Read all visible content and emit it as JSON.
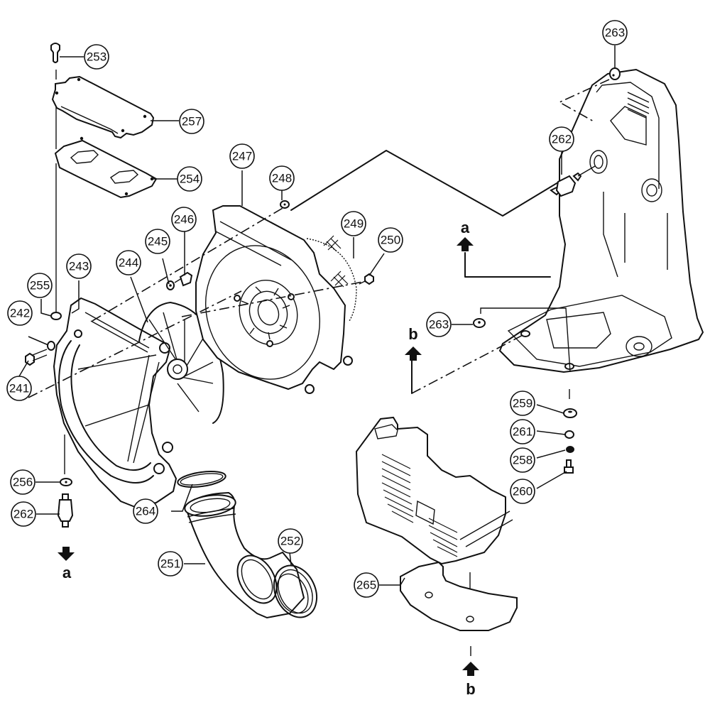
{
  "diagram": {
    "type": "exploded-parts-view",
    "callouts": [
      {
        "id": "253",
        "label": "253"
      },
      {
        "id": "257",
        "label": "257"
      },
      {
        "id": "254",
        "label": "254"
      },
      {
        "id": "247",
        "label": "247"
      },
      {
        "id": "248",
        "label": "248"
      },
      {
        "id": "246",
        "label": "246"
      },
      {
        "id": "245",
        "label": "245"
      },
      {
        "id": "249",
        "label": "249"
      },
      {
        "id": "250",
        "label": "250"
      },
      {
        "id": "243",
        "label": "243"
      },
      {
        "id": "244",
        "label": "244"
      },
      {
        "id": "255",
        "label": "255"
      },
      {
        "id": "242",
        "label": "242"
      },
      {
        "id": "241",
        "label": "241"
      },
      {
        "id": "256",
        "label": "256"
      },
      {
        "id": "262a",
        "label": "262"
      },
      {
        "id": "264",
        "label": "264"
      },
      {
        "id": "251",
        "label": "251"
      },
      {
        "id": "252",
        "label": "252"
      },
      {
        "id": "263a",
        "label": "263"
      },
      {
        "id": "262b",
        "label": "262"
      },
      {
        "id": "263b",
        "label": "263"
      },
      {
        "id": "259",
        "label": "259"
      },
      {
        "id": "261",
        "label": "261"
      },
      {
        "id": "258",
        "label": "258"
      },
      {
        "id": "260",
        "label": "260"
      },
      {
        "id": "265",
        "label": "265"
      }
    ],
    "reference_markers": [
      {
        "id": "a-bottom-left",
        "letter": "a",
        "direction": "down"
      },
      {
        "id": "a-right",
        "letter": "a",
        "direction": "up"
      },
      {
        "id": "b-right",
        "letter": "b",
        "direction": "up"
      },
      {
        "id": "b-bottom",
        "letter": "b",
        "direction": "up"
      }
    ]
  }
}
